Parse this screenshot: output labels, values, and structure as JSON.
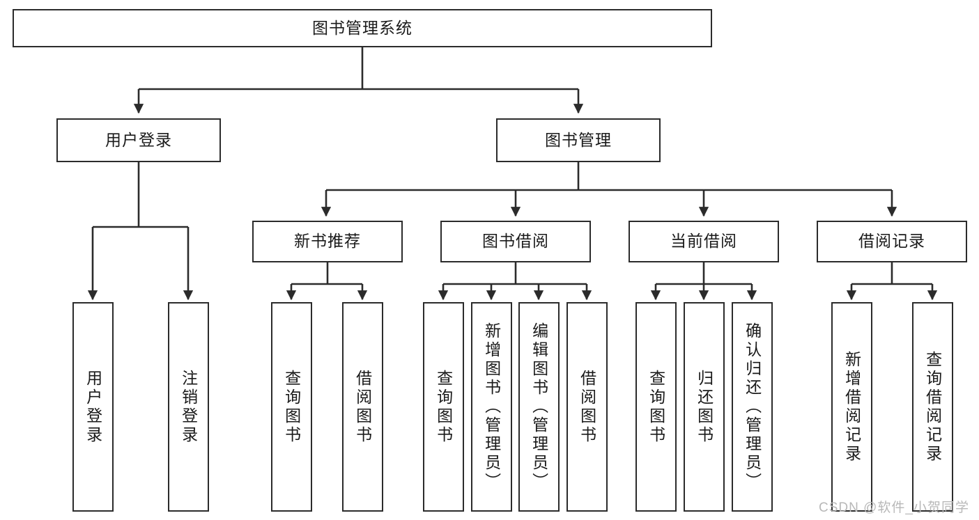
{
  "diagram": {
    "type": "tree",
    "orientation": "top-down",
    "root": {
      "label": "图书管理系统"
    },
    "level2": [
      {
        "label": "用户登录"
      },
      {
        "label": "图书管理"
      }
    ],
    "level3": [
      {
        "label": "新书推荐"
      },
      {
        "label": "图书借阅"
      },
      {
        "label": "当前借阅"
      },
      {
        "label": "借阅记录"
      }
    ],
    "leaves": {
      "user_login": [
        {
          "label": "用户登录"
        },
        {
          "label": "注销登录"
        }
      ],
      "new_book_recommend": [
        {
          "label": "查询图书"
        },
        {
          "label": "借阅图书"
        }
      ],
      "book_borrow": [
        {
          "label": "查询图书"
        },
        {
          "label": "新增图书（管理员）"
        },
        {
          "label": "编辑图书（管理员）"
        },
        {
          "label": "借阅图书"
        }
      ],
      "current_borrow": [
        {
          "label": "查询图书"
        },
        {
          "label": "归还图书"
        },
        {
          "label": "确认归还（管理员）"
        }
      ],
      "borrow_record": [
        {
          "label": "新增借阅记录"
        },
        {
          "label": "查询借阅记录"
        }
      ]
    }
  },
  "watermark": {
    "text": "CSDN @软件_小贺同学"
  },
  "colors": {
    "stroke": "#2b2b2b",
    "fill": "#ffffff",
    "text": "#1a1a1a",
    "watermark": "#b8b8b8"
  }
}
